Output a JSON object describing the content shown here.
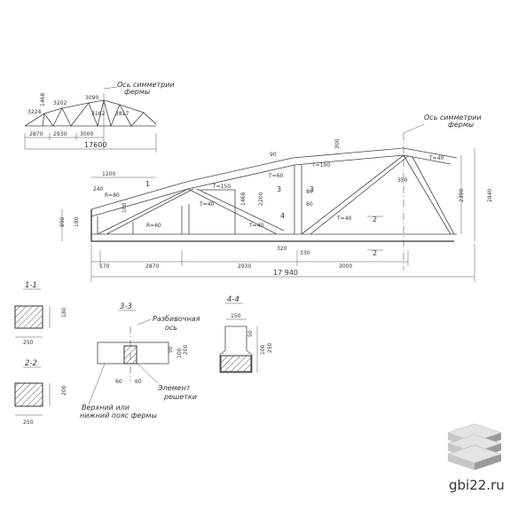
{
  "schematic": {
    "axis_label_1": "Ось симметрии",
    "axis_label_2": "фермы",
    "panel_heights": [
      "3224",
      "1468",
      "3202",
      "3090",
      "3162",
      "3817"
    ],
    "spans": [
      "2870",
      "2930",
      "3000"
    ],
    "total": "17600"
  },
  "truss": {
    "axis_label_1": "Ось симметрии",
    "axis_label_2": "фермы",
    "top_left": "1200",
    "r80": "R=80",
    "r60": "R=60",
    "d240": "240",
    "d890": "890",
    "d180": "180",
    "d100": "100",
    "d300": "300",
    "d2200": "2200",
    "d1468": "1468",
    "d2390": "2390",
    "d2840": "2840",
    "d320": "320",
    "d330": "330",
    "d350": "350",
    "d60": "60",
    "d80": "80",
    "d90": "90",
    "t40a": "Т=40",
    "t40b": "Т=40",
    "t40c": "Т=40",
    "t40d": "Т=40",
    "t60": "Т=60",
    "t100": "Т=100",
    "t150": "Т=150",
    "n1": "1",
    "n2": "2",
    "n3": "3",
    "n4": "4",
    "bottom_spans": [
      "170",
      "2870",
      "2930",
      "3000"
    ],
    "total": "17 940"
  },
  "sections": {
    "s11": {
      "title": "1-1",
      "w": "250",
      "h": "180"
    },
    "s22": {
      "title": "2-2",
      "w": "250",
      "h": "200"
    },
    "s33": {
      "title": "3-3",
      "axis_label_1": "Разбивочная",
      "axis_label_2": "ось",
      "elem_1": "Элемент",
      "elem_2": "решетки",
      "chord_1": "Верхний или",
      "chord_2": "нижний пояс фермы",
      "d60a": "60",
      "d60b": "60",
      "d50": "50",
      "d100": "100",
      "d200": "200"
    },
    "s44": {
      "title": "4-4",
      "w": "150",
      "d50": "50",
      "d100": "100",
      "d250": "250"
    }
  },
  "watermark": {
    "text": "gbi22.ru"
  },
  "colors": {
    "line": "#444444",
    "text": "#333333",
    "watermark": "#6b6b6b",
    "logo_light": "#e4e4e4",
    "logo_mid": "#c7c7c7",
    "logo_dark": "#9b9b9b"
  }
}
